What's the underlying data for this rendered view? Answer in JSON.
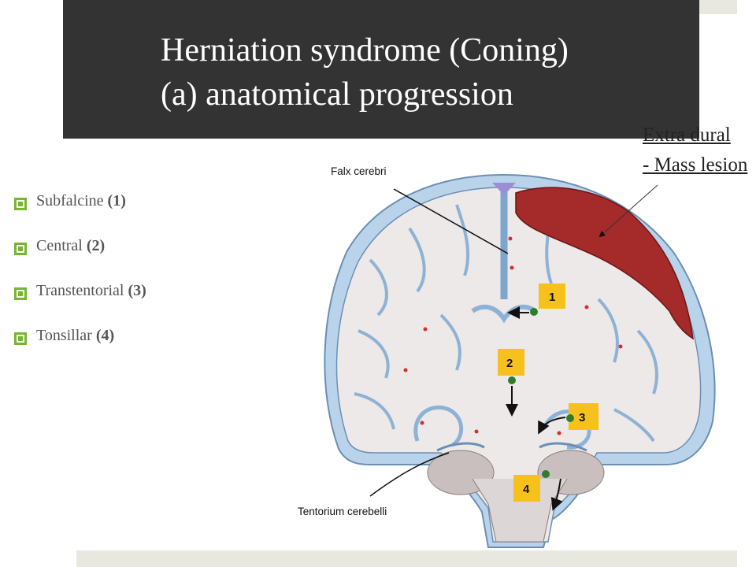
{
  "title": {
    "line1": "Herniation syndrome (Coning)",
    "line2": "(a) anatomical progression"
  },
  "bullets": [
    {
      "text": "Subfalcine ",
      "num": "(1)"
    },
    {
      "text": "Central ",
      "num": "(2)"
    },
    {
      "text": "Transtentorial ",
      "num": "(3)"
    },
    {
      "text": "Tonsillar ",
      "num": "(4)"
    }
  ],
  "annotation": {
    "line1": "Extra dural",
    "line2": "- Mass lesion"
  },
  "diagram": {
    "falx_label": "Falx cerebri",
    "tentorium_label": "Tentorium cerebelli",
    "markers": [
      "1",
      "2",
      "3",
      "4"
    ]
  },
  "colors": {
    "title_bg": "#333333",
    "bullet_marker": "#76b531",
    "mass_lesion": "#a52a2a",
    "csf_blue": "#b9d3ea",
    "marker_box": "#f7c11d",
    "shift_dot": "#2e7d2e"
  }
}
